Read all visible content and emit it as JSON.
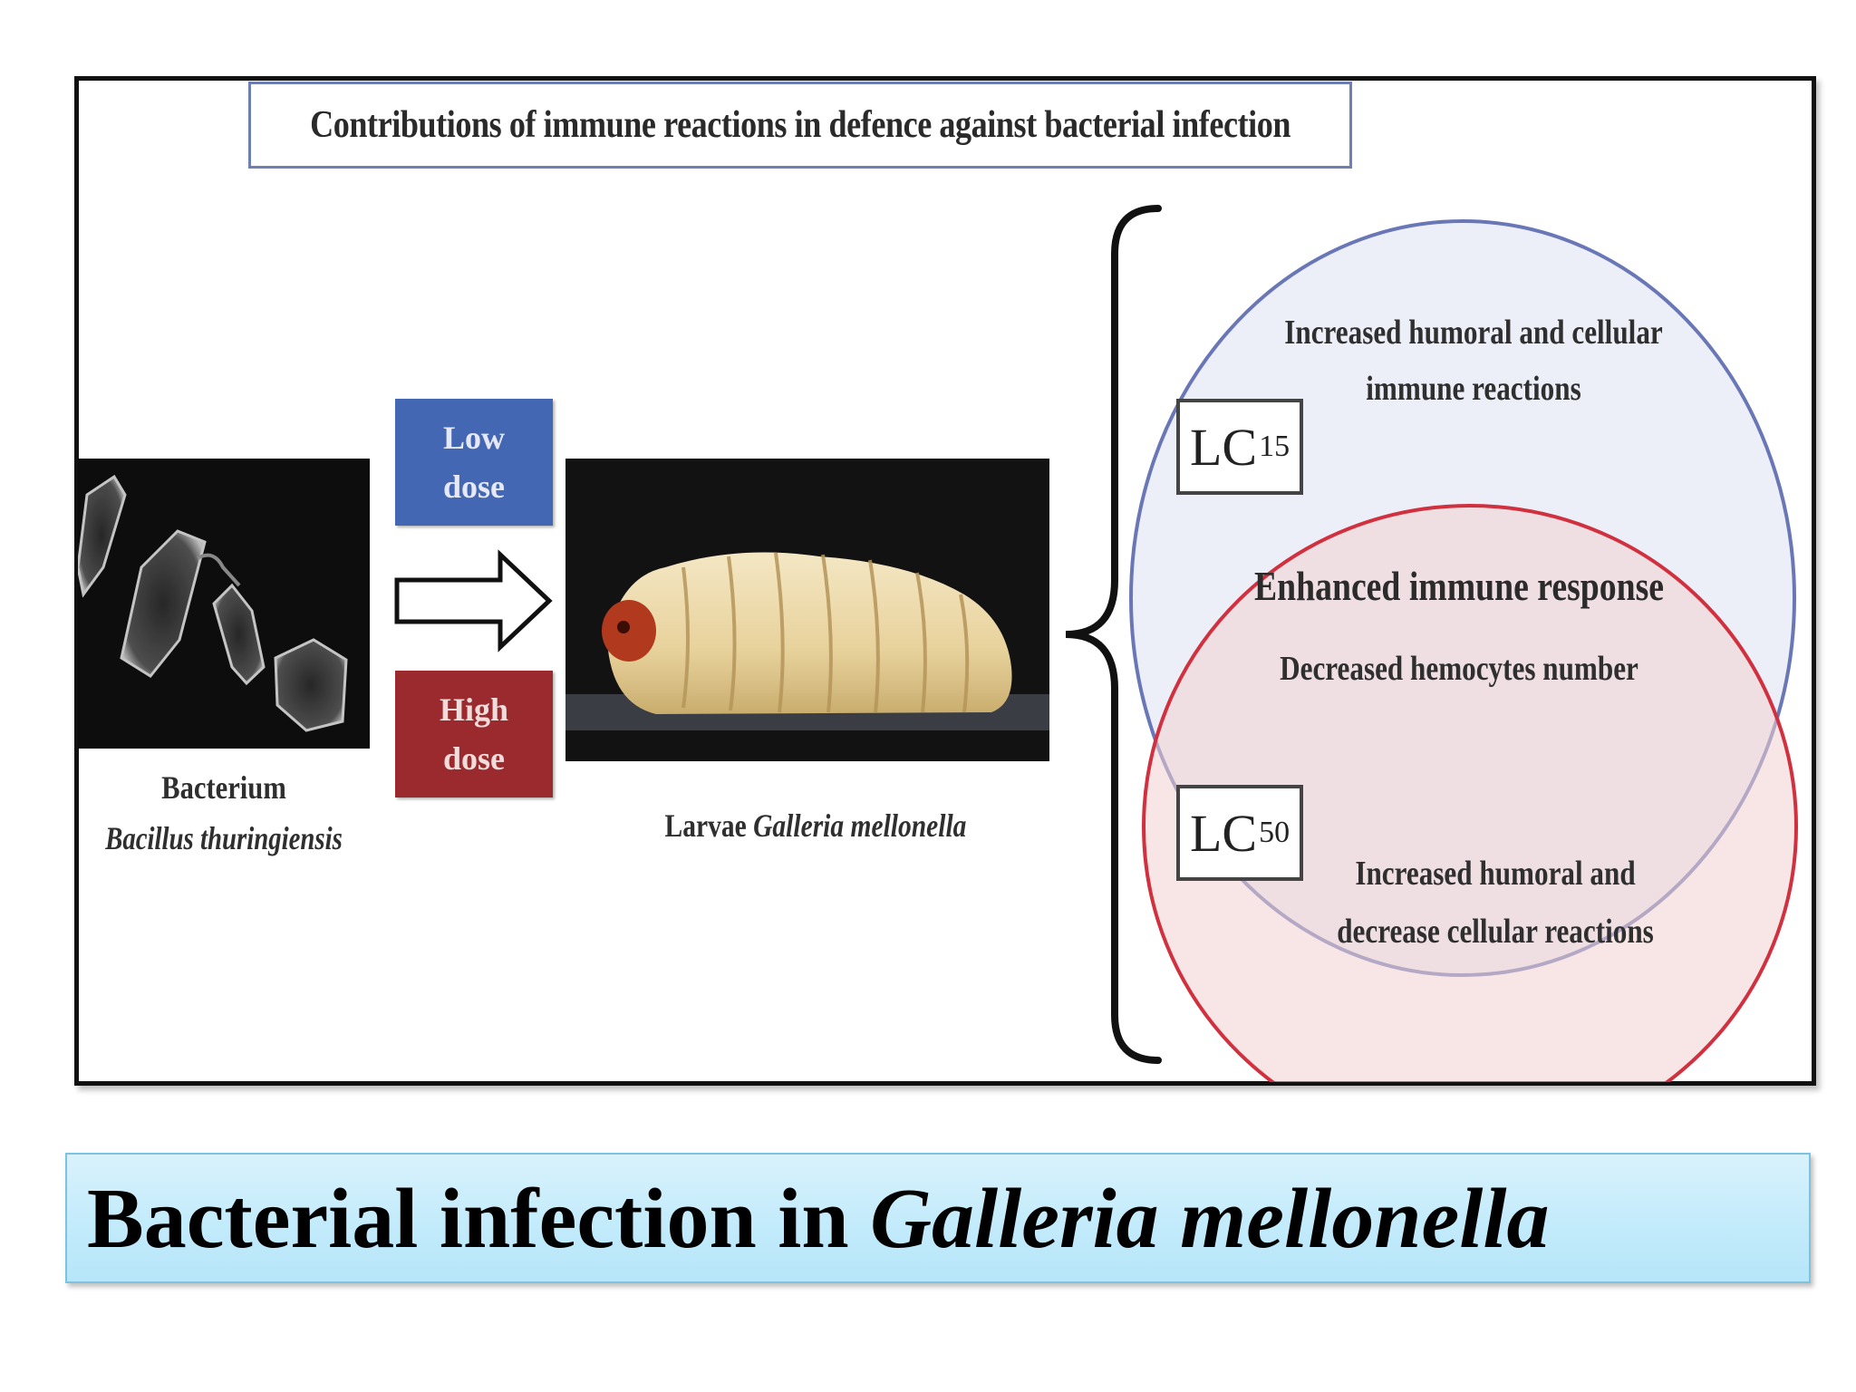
{
  "figure": {
    "title": "Contributions of immune reactions in defence against bacterial infection",
    "bacterium": {
      "label": "Bacterium",
      "species": "Bacillus thuringiensis"
    },
    "doses": {
      "low": [
        "Low",
        "dose"
      ],
      "high": [
        "High",
        "dose"
      ]
    },
    "larvae": {
      "label_prefix": "Larvae",
      "species": "Galleria mellonella"
    },
    "lc15": {
      "base": "LC",
      "sub": "15",
      "text_lines": [
        "Increased humoral and cellular",
        "immune reactions"
      ]
    },
    "overlap": {
      "line1": "Enhanced immune response",
      "line2": "Decreased hemocytes number"
    },
    "lc50": {
      "base": "LC",
      "sub": "50",
      "text_lines": [
        "Increased humoral and",
        "decrease cellular reactions"
      ]
    },
    "colors": {
      "low_dose": "#4467b3",
      "high_dose": "#9b2a2e",
      "lc15_circle": "#6a77b6",
      "lc50_circle": "#d1303f"
    }
  },
  "caption": {
    "plain": "Bacterial infection in ",
    "italic": "Galleria mellonella"
  }
}
